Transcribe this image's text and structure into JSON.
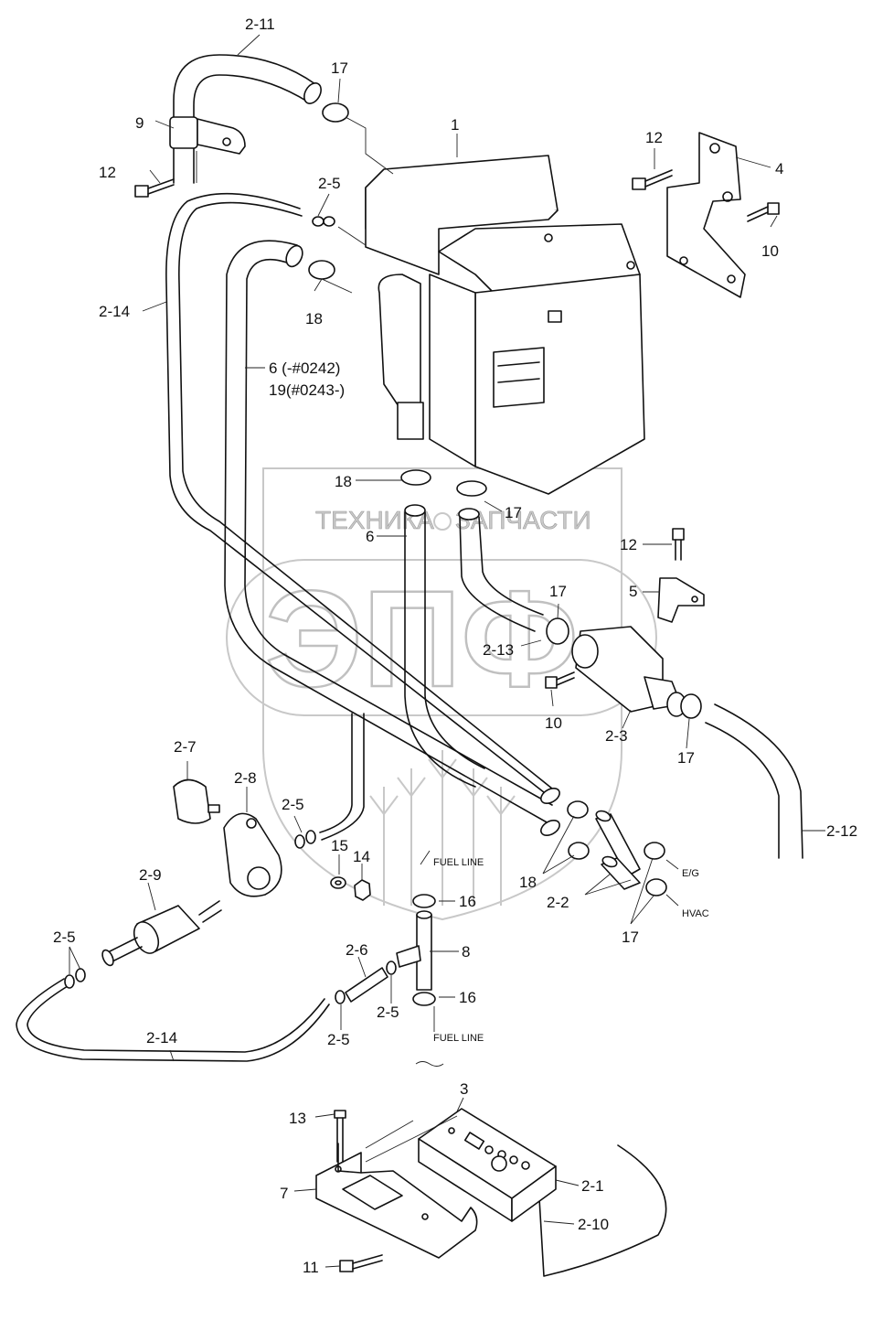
{
  "watermark": {
    "brand_text_left": "ТЕХНИКА",
    "brand_text_right": "ЗАПЧАСТИ",
    "logo_letters": "ЭПФ"
  },
  "labels": {
    "l_2_11": "2-11",
    "l_17_top": "17",
    "l_9": "9",
    "l_1": "1",
    "l_12_top_right": "12",
    "l_4": "4",
    "l_12_left": "12",
    "l_2_5_top": "2-5",
    "l_10_top": "10",
    "l_2_14_top": "2-14",
    "l_18_top": "18",
    "l_6_range": "6 (-#0242)",
    "l_19_range": "19(#0243-)",
    "l_18_mid": "18",
    "l_17_mid": "17",
    "l_6_mid": "6",
    "l_12_mid": "12",
    "l_5": "5",
    "l_17_right": "17",
    "l_2_13": "2-13",
    "l_10_mid": "10",
    "l_2_3": "2-3",
    "l_17_lower_right": "17",
    "l_2_12": "2-12",
    "l_2_7": "2-7",
    "l_2_8": "2-8",
    "l_2_5_mid": "2-5",
    "l_15": "15",
    "l_14": "14",
    "l_fuel_line_top": "FUEL LINE",
    "l_18_bottom": "18",
    "l_eg": "E/G",
    "l_2_9": "2-9",
    "l_16_top": "16",
    "l_2_2": "2-2",
    "l_hvac": "HVAC",
    "l_17_bottom": "17",
    "l_2_5_left": "2-5",
    "l_2_6": "2-6",
    "l_8": "8",
    "l_16_bottom": "16",
    "l_2_5_lower_a": "2-5",
    "l_2_14_bottom": "2-14",
    "l_2_5_lower_b": "2-5",
    "l_fuel_line_bottom": "FUEL LINE",
    "l_3": "3",
    "l_13": "13",
    "l_7": "7",
    "l_2_1": "2-1",
    "l_2_10": "2-10",
    "l_11": "11"
  }
}
